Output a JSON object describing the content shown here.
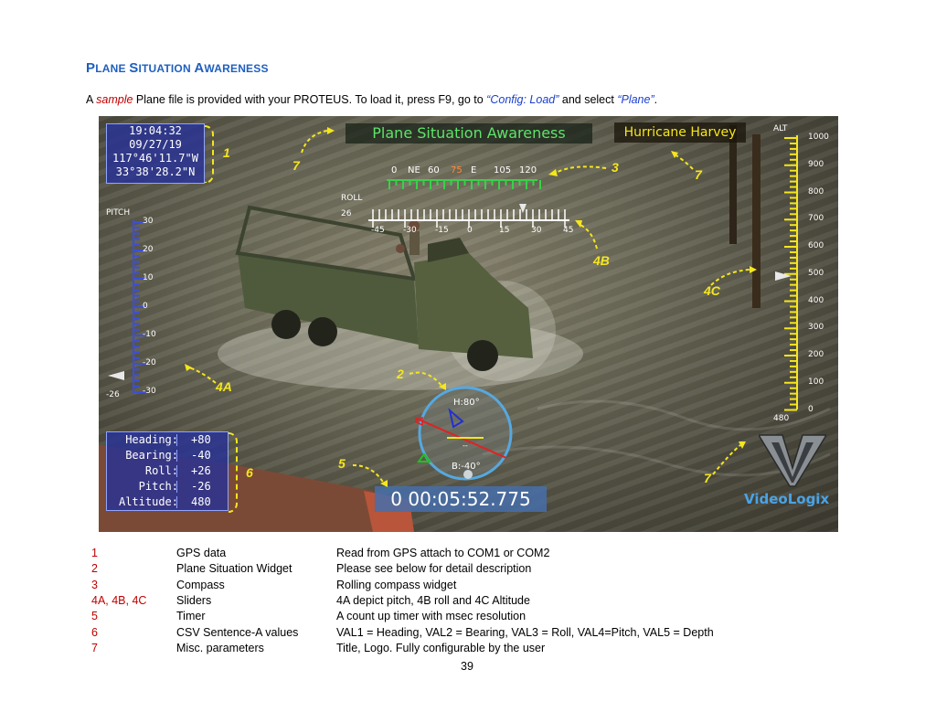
{
  "heading": {
    "first_P": "P",
    "rest1": "LANE ",
    "first_S": "S",
    "rest2": "ITUATION ",
    "first_A": "A",
    "rest3": "WARENESS"
  },
  "intro": {
    "p1": "A ",
    "sample": "sample",
    "p2": " Plane file is provided with your PROTEUS.  To load it, press F9, go to ",
    "config": "“Config: Load”",
    "p3": " and select ",
    "plane": "“Plane”",
    "p4": "."
  },
  "hud": {
    "gps": [
      "19:04:32",
      "09/27/19",
      "117°46'11.7\"W",
      "33°38'28.2\"N"
    ],
    "title": "Plane Situation Awareness",
    "hurricane": "Hurricane Harvey",
    "compass_labels": [
      "0",
      "NE",
      "60",
      "75",
      "E",
      "105",
      "120"
    ],
    "roll_label": "ROLL",
    "roll_value": "26",
    "roll_ticks": [
      "-45",
      "-30",
      "-15",
      "0",
      "15",
      "30",
      "45"
    ],
    "pitch_label": "PITCH",
    "pitch_ticks": [
      "30",
      "20",
      "10",
      "0",
      "-10",
      "-20",
      "-30"
    ],
    "pitch_value": "-26",
    "alt_label": "ALT",
    "alt_ticks": [
      "1000",
      "900",
      "800",
      "700",
      "600",
      "500",
      "400",
      "300",
      "200",
      "100",
      "0"
    ],
    "alt_value": "480",
    "widget_h": "H:80°",
    "widget_b": "B:-40°",
    "widget_mid": "--",
    "csv": [
      {
        "label": "Heading:",
        "value": "+80"
      },
      {
        "label": "Bearing:",
        "value": "-40"
      },
      {
        "label": "Roll:",
        "value": "+26"
      },
      {
        "label": "Pitch:",
        "value": "-26"
      },
      {
        "label": "Altitude:",
        "value": "480"
      }
    ],
    "timer": "0 00:05:52.775",
    "logo": "VideoLogix",
    "callouts": {
      "c1": "1",
      "c2": "2",
      "c3": "3",
      "c4a": "4A",
      "c4b": "4B",
      "c4c": "4C",
      "c5": "5",
      "c6": "6",
      "c7": "7"
    }
  },
  "legend": [
    {
      "num": "1",
      "name": "GPS data",
      "desc": "Read from GPS attach to COM1 or COM2"
    },
    {
      "num": "2",
      "name": "Plane Situation Widget",
      "desc": "Please see below for detail description"
    },
    {
      "num": "3",
      "name": "Compass",
      "desc": "Rolling compass widget"
    },
    {
      "num": "4A, 4B, 4C",
      "name": "Sliders",
      "desc": "4A depict pitch, 4B roll and 4C Altitude"
    },
    {
      "num": "5",
      "name": "Timer",
      "desc": "A count up timer with msec resolution"
    },
    {
      "num": "6",
      "name": "CSV Sentence-A values",
      "desc": "VAL1 = Heading, VAL2 = Bearing, VAL3 = Roll, VAL4=Pitch, VAL5 = Depth"
    },
    {
      "num": "7",
      "name": "Misc. parameters",
      "desc": "Title, Logo.  Fully configurable by the user"
    }
  ],
  "page_number": "39",
  "colors": {
    "heading": "#1f5fbf",
    "accent_red": "#c00000",
    "callout_yellow": "#f5e61e",
    "hud_green": "#5fe36a",
    "hud_blue": "#2832a0"
  }
}
